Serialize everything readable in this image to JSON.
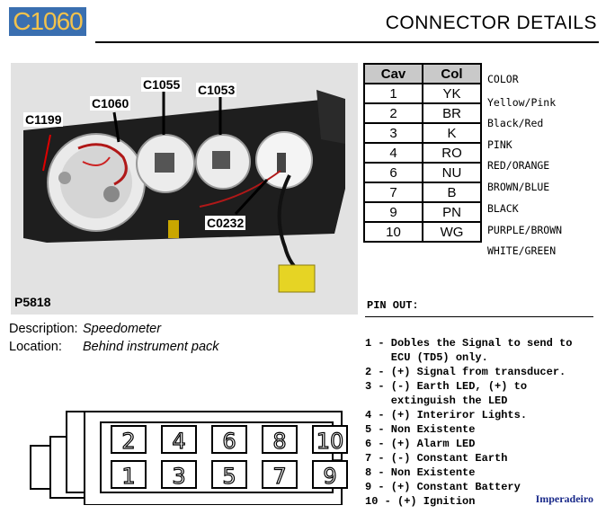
{
  "header": {
    "code": "C1060",
    "title": "CONNECTOR DETAILS"
  },
  "photo": {
    "ref": "P5818",
    "callouts": [
      "C1199",
      "C1060",
      "C1055",
      "C1053",
      "C0232"
    ]
  },
  "table": {
    "headers": [
      "Cav",
      "Col"
    ],
    "color_header": "COLOR",
    "rows": [
      {
        "cav": "1",
        "col": "YK",
        "color": "Yellow/Pink"
      },
      {
        "cav": "2",
        "col": "BR",
        "color": "Black/Red"
      },
      {
        "cav": "3",
        "col": "K",
        "color": "PINK"
      },
      {
        "cav": "4",
        "col": "RO",
        "color": "RED/ORANGE"
      },
      {
        "cav": "6",
        "col": "NU",
        "color": "BROWN/BLUE"
      },
      {
        "cav": "7",
        "col": "B",
        "color": "BLACK"
      },
      {
        "cav": "9",
        "col": "PN",
        "color": "PURPLE/BROWN"
      },
      {
        "cav": "10",
        "col": "WG",
        "color": "WHITE/GREEN"
      }
    ]
  },
  "info": {
    "description_label": "Description:",
    "description": "Speedometer",
    "location_label": "Location:",
    "location": "Behind instrument pack"
  },
  "pinout": {
    "title": "PIN OUT:",
    "lines": [
      "1 - Dobles the Signal to send to",
      "    ECU (TD5) only.",
      "2 - (+) Signal from transducer.",
      "3 - (-) Earth LED, (+) to",
      "    extinguish the LED",
      "4 - (+) Interiror Lights.",
      "5 - Non Existente",
      "6 - (+) Alarm LED",
      "7 - (-) Constant Earth",
      "8 - Non Existente",
      "9 - (+) Constant Battery",
      "10 - (+) Ignition"
    ]
  },
  "connector": {
    "top_pins": [
      "2",
      "4",
      "6",
      "8",
      "10"
    ],
    "bottom_pins": [
      "1",
      "3",
      "5",
      "7",
      "9"
    ]
  },
  "credit": "Imperadeiro",
  "colors": {
    "title_bg": "#3a6fb0",
    "title_fg": "#f2c24c",
    "table_header": "#c9c9c9"
  }
}
